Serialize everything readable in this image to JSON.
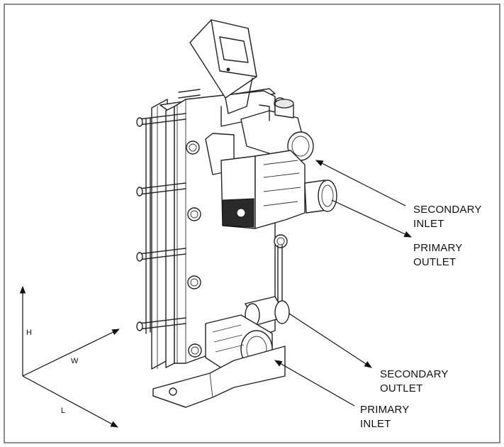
{
  "labels": {
    "secondary_inlet": [
      "SECONDARY",
      "INLET"
    ],
    "primary_outlet": [
      "PRIMARY",
      "OUTLET"
    ],
    "secondary_outlet": [
      "SECONDARY",
      "OUTLET"
    ],
    "primary_inlet": [
      "PRIMARY",
      "INLET"
    ]
  },
  "axes": {
    "h": "H",
    "w": "W",
    "l": "L"
  },
  "colors": {
    "line": "#222222",
    "frame": "#666666",
    "background": "#ffffff"
  }
}
